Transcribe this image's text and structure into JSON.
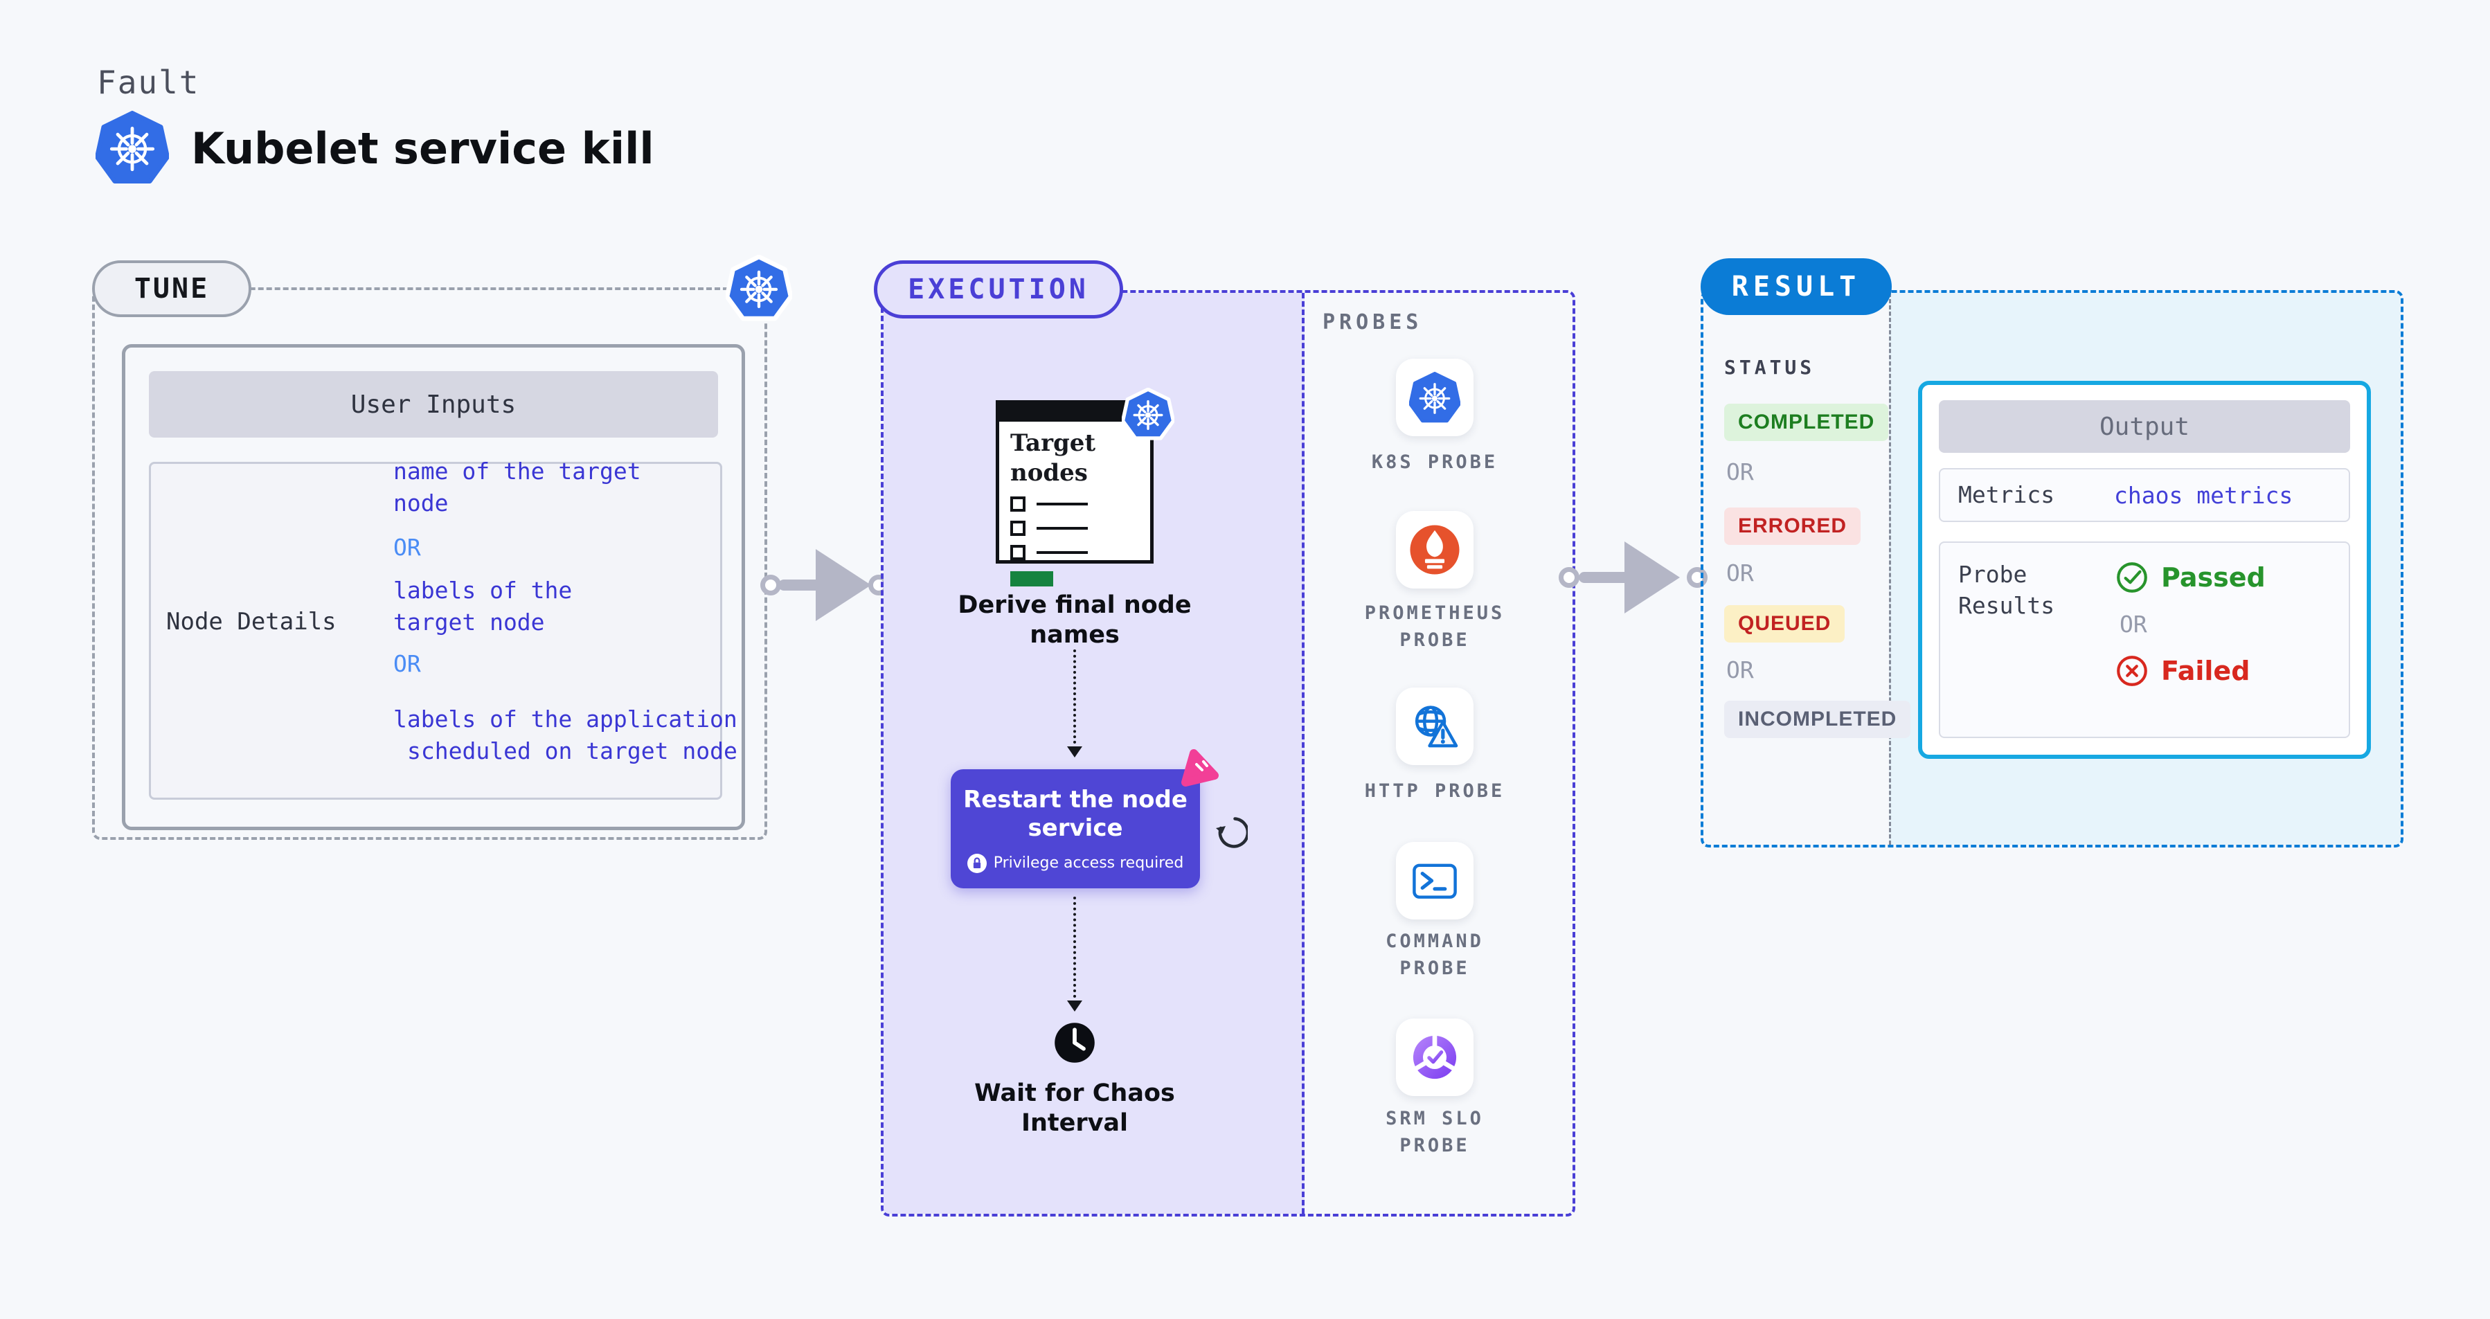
{
  "header": {
    "kicker": "Fault",
    "title": "Kubelet service kill"
  },
  "tune": {
    "badge": "TUNE",
    "table_title": "User Inputs",
    "row_label": "Node Details",
    "v1a": "name of the target",
    "v1b": "node",
    "or1": "OR",
    "v2a": "labels of the",
    "v2b": "target node",
    "or2": "OR",
    "v3a": "labels of the application",
    "v3b": "scheduled on target node"
  },
  "execution": {
    "badge": "EXECUTION",
    "widget_title1": "Target",
    "widget_title2": "nodes",
    "step1a": "Derive final node",
    "step1b": "names",
    "restart1": "Restart the node",
    "restart2": "service",
    "note": "Privilege access required",
    "wait1": "Wait for Chaos",
    "wait2": "Interval",
    "probes_label": "PROBES",
    "probes": [
      {
        "lines": [
          "K8S PROBE"
        ]
      },
      {
        "lines": [
          "PROMETHEUS",
          "PROBE"
        ]
      },
      {
        "lines": [
          "HTTP PROBE"
        ]
      },
      {
        "lines": [
          "COMMAND",
          "PROBE"
        ]
      },
      {
        "lines": [
          "SRM SLO",
          "PROBE"
        ]
      }
    ]
  },
  "result": {
    "badge": "RESULT",
    "status_label": "STATUS",
    "statuses": [
      {
        "label": "COMPLETED"
      },
      {
        "label": "OR"
      },
      {
        "label": "ERRORED"
      },
      {
        "label": "OR"
      },
      {
        "label": "QUEUED"
      },
      {
        "label": "OR"
      },
      {
        "label": "INCOMPLETED"
      }
    ],
    "output": {
      "title": "Output",
      "metrics_label": "Metrics",
      "metrics_value": "chaos metrics",
      "pr1": "Probe",
      "pr2": "Results",
      "passed": "Passed",
      "or": "OR",
      "failed": "Failed"
    }
  },
  "colors": {
    "k8s_blue": "#326de6",
    "indigo": "#4a3fd6",
    "result_blue": "#0b7cd6",
    "output_border": "#16a8e2",
    "prometheus_orange": "#e6522c",
    "probe_icon_blue": "#1273d8",
    "srm_purple": "#8b4df5",
    "button_purple": "#4f46d5",
    "chaos_pink": "#f23f97",
    "passed_green": "#27942c",
    "failed_red": "#d8281f"
  }
}
